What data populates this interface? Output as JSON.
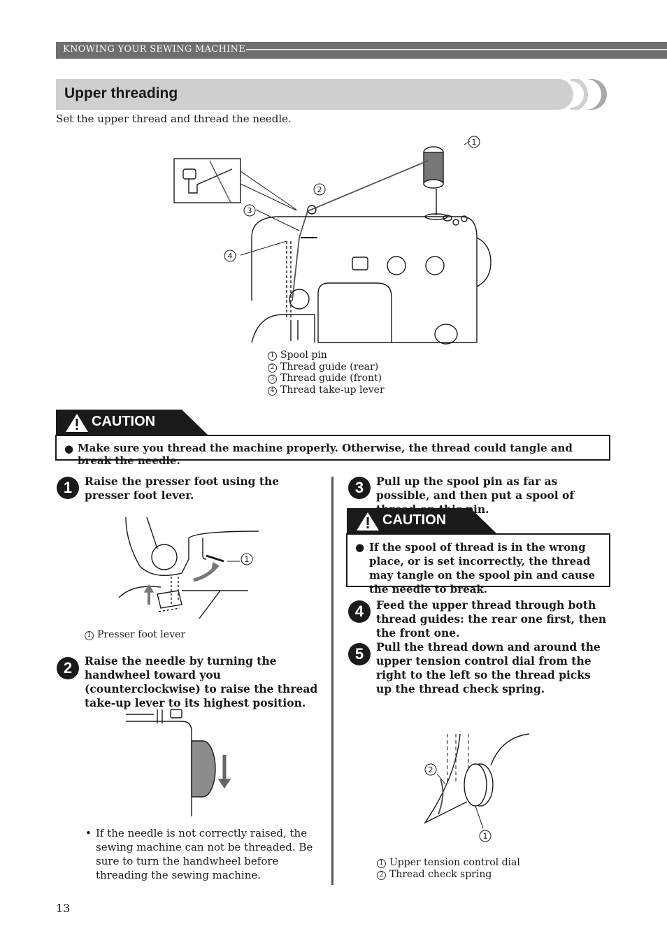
{
  "header": {
    "section": "KNOWING YOUR SEWING MACHINE"
  },
  "title": "Upper threading",
  "intro": "Set the upper thread and thread the needle.",
  "main_figure": {
    "callouts": [
      "1",
      "2",
      "3",
      "4"
    ],
    "legend": [
      {
        "num": "1",
        "text": "Spool pin"
      },
      {
        "num": "2",
        "text": "Thread guide (rear)"
      },
      {
        "num": "3",
        "text": "Thread guide (front)"
      },
      {
        "num": "4",
        "text": "Thread take-up lever"
      }
    ]
  },
  "caution_main": {
    "label": "CAUTION",
    "text": "Make sure you thread the machine properly. Otherwise, the thread could tangle and break the needle."
  },
  "steps": [
    {
      "num": "1",
      "text": "Raise the presser foot using the presser foot lever."
    },
    {
      "num": "2",
      "text": "Raise the needle by turning the handwheel toward you (counterclockwise) to raise the thread take-up lever to its highest position."
    },
    {
      "num": "3",
      "text": "Pull up the spool pin as far as possible, and then put a spool of thread on this pin."
    },
    {
      "num": "4",
      "text": "Feed the upper thread through both thread guides: the rear one first, then the front one."
    },
    {
      "num": "5",
      "text": "Pull the thread down and around the upper tension control dial from the right to the left so the thread picks up the thread check spring."
    }
  ],
  "step1_figure": {
    "callout": "1",
    "legend": "Presser foot lever"
  },
  "step2_note": "If the needle is not correctly raised, the sewing machine can not be threaded. Be sure to turn the handwheel before threading the sewing machine.",
  "caution_step3": {
    "label": "CAUTION",
    "text": "If the spool of thread is in the wrong place, or is set incorrectly, the thread may tangle on the spool pin and cause the needle to break."
  },
  "step5_figure": {
    "callouts": [
      "2",
      "1"
    ],
    "legend": [
      {
        "num": "1",
        "text": "Upper tension control dial"
      },
      {
        "num": "2",
        "text": "Thread check spring"
      }
    ]
  },
  "page_number": "13"
}
